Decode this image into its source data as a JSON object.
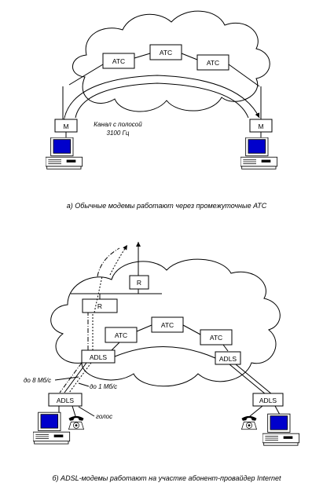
{
  "diagram_a": {
    "exchanges": [
      "АТС",
      "АТС",
      "АТС"
    ],
    "modem_left": "М",
    "modem_right": "М",
    "channel_line1": "Канал с полосой",
    "channel_line2": "3100 Гц",
    "caption": "а) Обычные модемы работают через промежуточные АТС"
  },
  "diagram_b": {
    "router_top": "R",
    "router_mid": "R",
    "exchanges": [
      "АТС",
      "АТС",
      "АТС"
    ],
    "adsl_ats_left": "ADLS",
    "adsl_ats_right": "ADLS",
    "adsl_user_left": "ADLS",
    "adsl_user_right": "ADLS",
    "speed_down": "до 8 Мб/с",
    "speed_up": "до 1 Мб/с",
    "voice": "голос",
    "caption": "б) ADSL-модемы работают на участке абонент-провайдер Internet"
  },
  "colors": {
    "screen": "#0000cc",
    "line": "#000000"
  }
}
